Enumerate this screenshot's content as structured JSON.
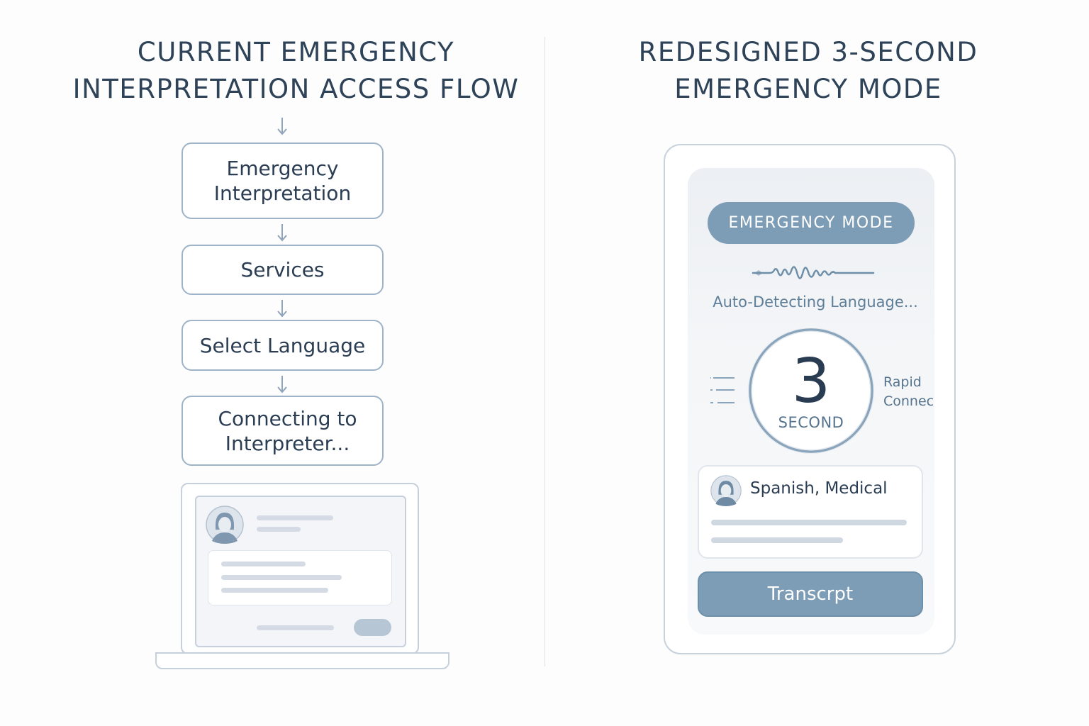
{
  "left": {
    "title": [
      "CURRENT EMERGENCY",
      "INTERPRETATION ACCESS FLOW"
    ],
    "flow": [
      {
        "lines": [
          "Emergency",
          "Interpretation"
        ]
      },
      {
        "lines": [
          "Services"
        ]
      },
      {
        "lines": [
          "Select Language"
        ]
      },
      {
        "lines": [
          "Connecting to",
          "Interpreter..."
        ]
      }
    ]
  },
  "right": {
    "title": [
      "REDESIGNED 3-SECOND",
      "EMERGENCY MODE"
    ],
    "mode_button": "EMERGENCY MODE",
    "status": "Auto-Detecting Language...",
    "countdown": {
      "value": "3",
      "unit": "SECOND"
    },
    "side_label": [
      "Rapid",
      "Connec"
    ],
    "language_card": {
      "label": "Spanish, Medical"
    },
    "transcript_button": "Transcrpt"
  },
  "colors": {
    "accent": "#7d9cb5",
    "outline": "#9fb3c8",
    "text": "#2c3e55"
  },
  "icons": [
    "down-arrow-icon",
    "person-avatar-icon",
    "waveform-icon",
    "list-lines-icon",
    "countdown-ring-icon"
  ]
}
